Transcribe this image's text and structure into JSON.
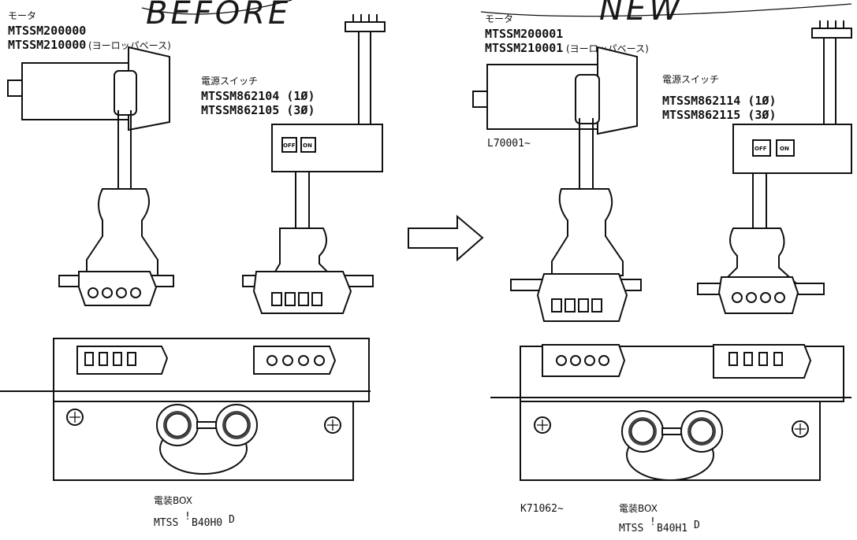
{
  "before": {
    "heading": "BEFORE",
    "motor": {
      "label": "モータ",
      "code1": "MTSSM200000",
      "code2": "MTSSM210000",
      "code2_note": "(ヨーロッパベース)"
    },
    "switch": {
      "label": "電源スイッチ",
      "code1": "MTSSM862104 (1Ø)",
      "code2": "MTSSM862105 (3Ø)",
      "off": "OFF",
      "on": "ON"
    },
    "box": {
      "label": "電装BOX",
      "code": "MTSS",
      "code_mid": "B40H0",
      "code_sup": "!",
      "code_sub": "D"
    }
  },
  "after": {
    "heading": "NEW",
    "motor": {
      "label": "モータ",
      "code1": "MTSSM200001",
      "code2": "MTSSM210001",
      "code2_note": "(ヨーロッパベース)",
      "serial": "L70001~"
    },
    "switch": {
      "label": "電源スイッチ",
      "code1": "MTSSM862114 (1Ø)",
      "code2": "MTSSM862115 (3Ø)",
      "off": "OFF",
      "on": "ON"
    },
    "box": {
      "label": "電装BOX",
      "serial": "K71062~",
      "code": "MTSS",
      "code_mid": "B40H1",
      "code_sup": "!",
      "code_sub": "D"
    }
  }
}
